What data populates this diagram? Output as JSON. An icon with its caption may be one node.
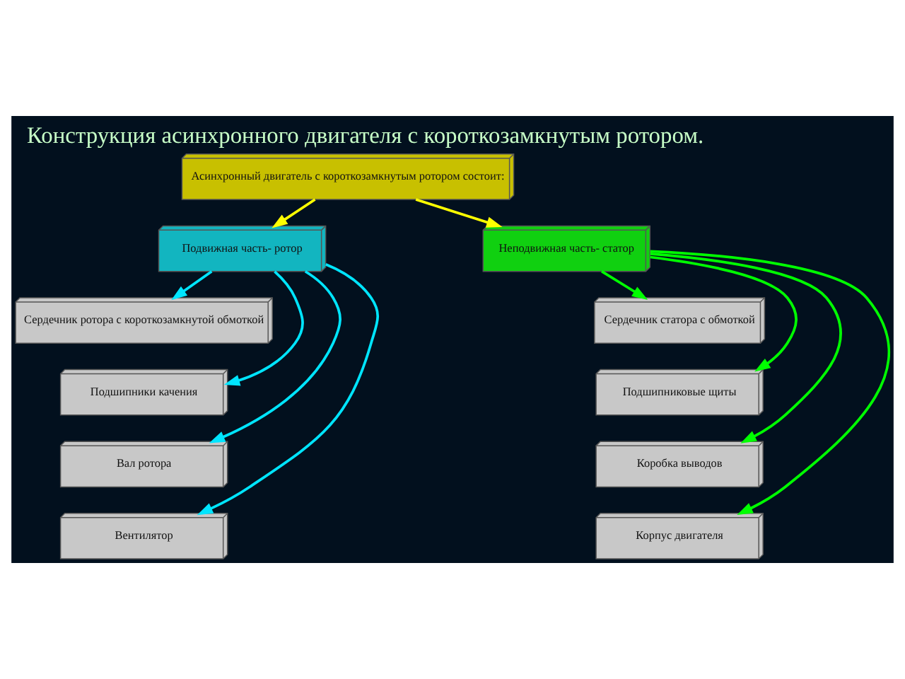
{
  "diagram": {
    "title": "Конструкция асинхронного двигателя с короткозамкнутым ротором.",
    "nodes": [
      {
        "text": [
          "Асинхронный двигатель с короткозамкнутым ротором состоит:"
        ]
      },
      {
        "text": [
          "Подвижная часть- ротор"
        ]
      },
      {
        "text": [
          "Неподвижная часть- статор"
        ]
      },
      {
        "text": [
          "Сердечник ротора с короткозамкнутой обмоткой"
        ]
      },
      {
        "text": [
          "Подшипники качения"
        ]
      },
      {
        "text": [
          "Вал ротора"
        ]
      },
      {
        "text": [
          "Вентилятор"
        ]
      },
      {
        "text": [
          "Сердечник статора с обмоткой"
        ]
      },
      {
        "text": [
          "Подшипниковые щиты"
        ]
      },
      {
        "text": [
          "Коробка выводов"
        ]
      },
      {
        "text": [
          "Корпус двигателя"
        ]
      }
    ],
    "edges": [
      {
        "from": 0,
        "to": 1,
        "arrow": "to",
        "color": "#ffff00"
      },
      {
        "from": 0,
        "to": 2,
        "arrow": "to",
        "color": "#ffff00"
      },
      {
        "from": 1,
        "to": 3,
        "arrow": "to",
        "color": "#00e5ff"
      },
      {
        "from": 1,
        "to": 4,
        "arrow": "to",
        "color": "#00e5ff"
      },
      {
        "from": 1,
        "to": 5,
        "arrow": "to",
        "color": "#00e5ff"
      },
      {
        "from": 1,
        "to": 6,
        "arrow": "to",
        "color": "#00e5ff"
      },
      {
        "from": 2,
        "to": 7,
        "arrow": "to",
        "color": "#00ff00"
      },
      {
        "from": 2,
        "to": 8,
        "arrow": "to",
        "color": "#00ff00"
      },
      {
        "from": 2,
        "to": 9,
        "arrow": "to",
        "color": "#00ff00"
      },
      {
        "from": 2,
        "to": 10,
        "arrow": "to",
        "color": "#00ff00"
      }
    ]
  }
}
